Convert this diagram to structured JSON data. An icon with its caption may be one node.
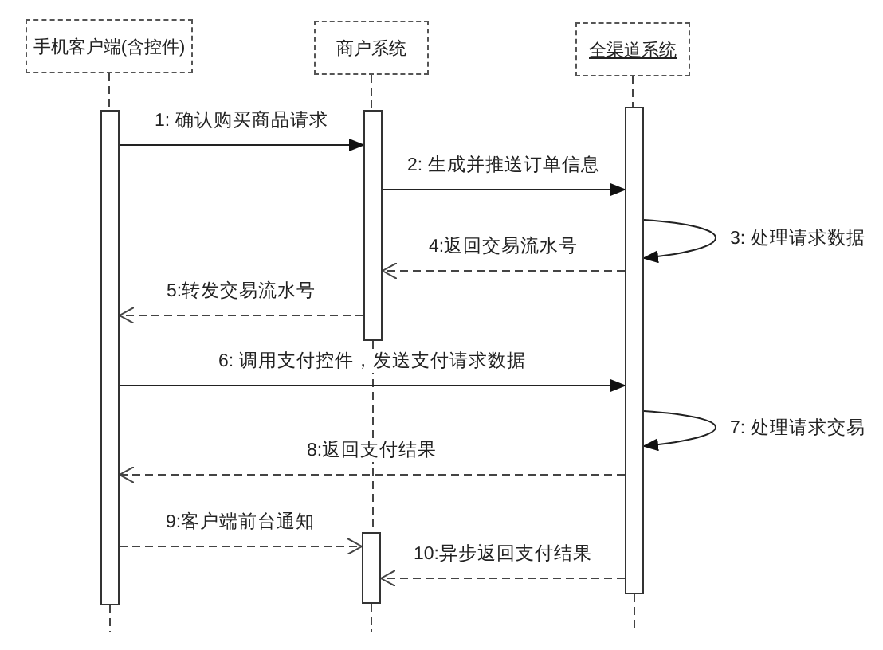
{
  "diagram": {
    "nodes": [
      {
        "text": [
          "手机客户端(含控件)"
        ]
      },
      {
        "text": [
          "商户系统"
        ]
      },
      {
        "text": [
          "全渠道系统"
        ]
      },
      {
        "text": [],
        "shape": "bar"
      },
      {
        "text": [],
        "shape": "bar"
      },
      {
        "text": [],
        "shape": "bar"
      },
      {
        "text": [],
        "shape": "bar"
      }
    ],
    "edges": [
      {
        "from": 0,
        "to": 3,
        "arrow": "none",
        "style": "dashed"
      },
      {
        "from": 1,
        "to": 4,
        "arrow": "none",
        "style": "dashed"
      },
      {
        "from": 4,
        "to": 5,
        "arrow": "none",
        "style": "dashed"
      },
      {
        "from": 2,
        "to": 6,
        "arrow": "none",
        "style": "dashed"
      },
      {
        "from": 3,
        "to": null,
        "arrow": "none",
        "style": "dashed"
      },
      {
        "from": 5,
        "to": null,
        "arrow": "none",
        "style": "dashed"
      },
      {
        "from": 6,
        "to": null,
        "arrow": "none",
        "style": "dashed"
      },
      {
        "from": 3,
        "to": 4,
        "arrow": "to",
        "label": "1: 确认购买商品请求"
      },
      {
        "from": 4,
        "to": 6,
        "arrow": "to",
        "label": "2: 生成并推送订单信息"
      },
      {
        "from": 6,
        "to": 6,
        "arrow": "to",
        "label": "3: 处理请求数据"
      },
      {
        "from": 6,
        "to": 4,
        "arrow": "to",
        "style": "dashed",
        "label": "4:返回交易流水号"
      },
      {
        "from": 4,
        "to": 3,
        "arrow": "to",
        "style": "dashed",
        "label": "5:转发交易流水号"
      },
      {
        "from": 3,
        "to": 6,
        "arrow": "to",
        "label": "6: 调用支付控件，发送支付请求数据"
      },
      {
        "from": 6,
        "to": 6,
        "arrow": "to",
        "label": "7: 处理请求交易"
      },
      {
        "from": 6,
        "to": 3,
        "arrow": "to",
        "style": "dashed",
        "label": "8:返回支付结果"
      },
      {
        "from": 3,
        "to": 5,
        "arrow": "to",
        "style": "dashed",
        "label": "9:客户端前台通知"
      },
      {
        "from": 6,
        "to": 5,
        "arrow": "to",
        "style": "dashed",
        "label": "10:异步返回支付结果"
      }
    ]
  }
}
